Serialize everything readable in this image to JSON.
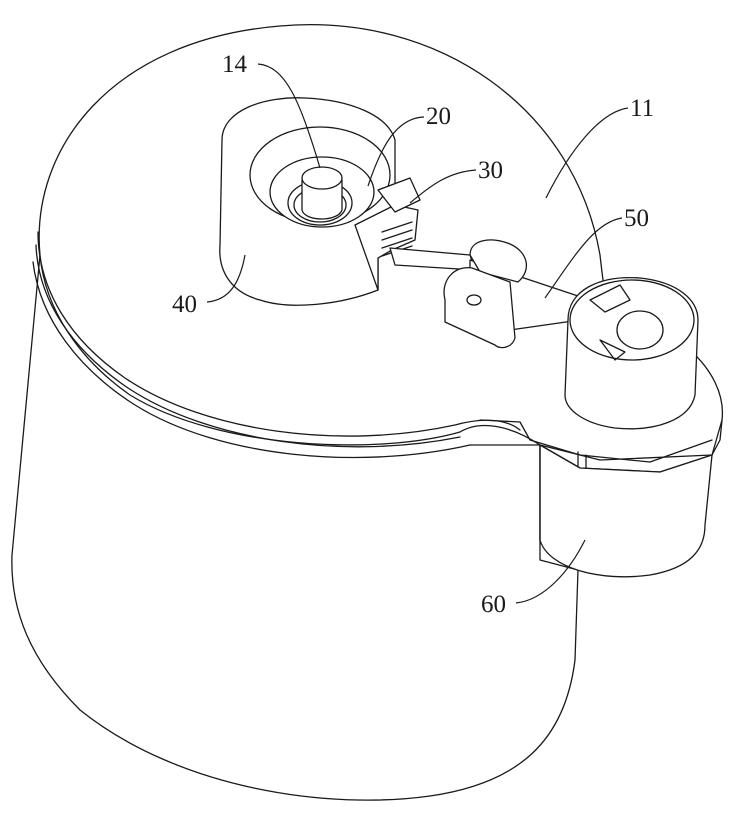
{
  "figure": {
    "labels": {
      "l11": "11",
      "l14": "14",
      "l20": "20",
      "l30": "30",
      "l40": "40",
      "l50": "50",
      "l60": "60"
    }
  }
}
